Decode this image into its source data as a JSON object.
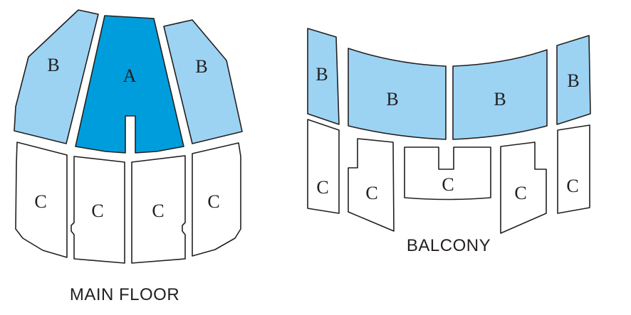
{
  "colors": {
    "tier_a": "#009ddc",
    "tier_b": "#9cd3f3",
    "tier_c": "#ffffff",
    "outline": "#231f20"
  },
  "main_floor": {
    "title": "MAIN FLOOR",
    "sections": [
      {
        "label": "B",
        "tier": "b"
      },
      {
        "label": "A",
        "tier": "a"
      },
      {
        "label": "B",
        "tier": "b"
      },
      {
        "label": "C",
        "tier": "c"
      },
      {
        "label": "C",
        "tier": "c"
      },
      {
        "label": "C",
        "tier": "c"
      },
      {
        "label": "C",
        "tier": "c"
      }
    ]
  },
  "balcony": {
    "title": "BALCONY",
    "sections": [
      {
        "label": "B",
        "tier": "b"
      },
      {
        "label": "B",
        "tier": "b"
      },
      {
        "label": "B",
        "tier": "b"
      },
      {
        "label": "B",
        "tier": "b"
      },
      {
        "label": "C",
        "tier": "c"
      },
      {
        "label": "C",
        "tier": "c"
      },
      {
        "label": "C",
        "tier": "c"
      },
      {
        "label": "C",
        "tier": "c"
      },
      {
        "label": "C",
        "tier": "c"
      }
    ]
  }
}
